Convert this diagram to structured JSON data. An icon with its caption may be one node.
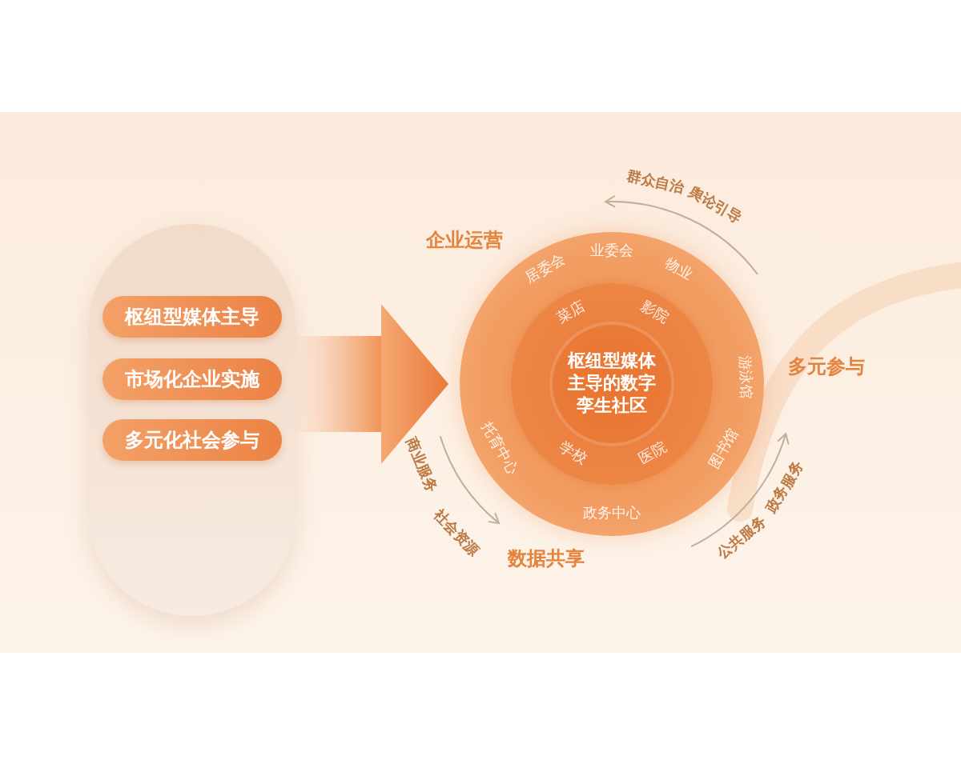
{
  "diagram": {
    "nodes": [
      {
        "text": [],
        "shape": "box"
      },
      {
        "text": [
          "枢纽型媒体主导"
        ],
        "in": 0
      },
      {
        "text": [
          "市场化企业实施"
        ],
        "in": 0
      },
      {
        "text": [
          "多元化社会参与"
        ],
        "in": 0
      },
      {
        "text": [
          "业委会",
          "物业",
          "游泳馆",
          "图书馆",
          "政务中心",
          "托育中心",
          "居委会"
        ]
      },
      {
        "text": [
          "菜店",
          "影院",
          "医院",
          "学校"
        ],
        "in": 4
      },
      {
        "text": [
          "枢纽型媒体主导的数字孪生社区"
        ],
        "in": 5
      }
    ],
    "edges": [
      {
        "from": 0,
        "to": 4,
        "arrow": "to"
      }
    ],
    "labels": [
      "群众自治",
      "舆论引导",
      "企业运营",
      "多元参与",
      "商业服务",
      "社会资源",
      "公共服务",
      "政务服务",
      "数据共享"
    ]
  }
}
